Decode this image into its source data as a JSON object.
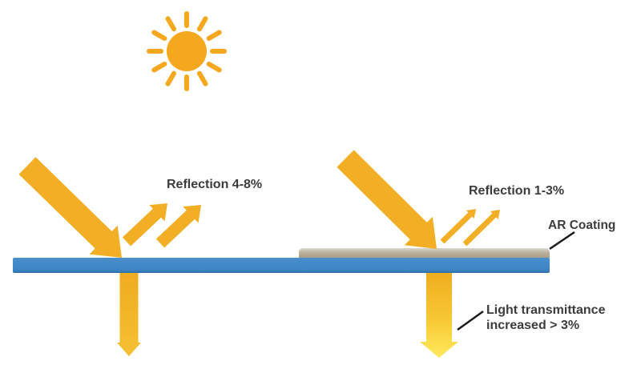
{
  "labels": {
    "reflection_uncoated": "Reflection 4-8%",
    "reflection_coated": "Reflection 1-3%",
    "ar_coating": "AR Coating",
    "transmittance_line1": "Light transmittance",
    "transmittance_line2": "increased > 3%"
  },
  "icons": {
    "sun": "sun-icon"
  },
  "colors": {
    "arrow_gold": "#F2AE24",
    "sun_orange": "#F5A71D",
    "glass_blue": "#3F86C5",
    "glass_blue_dark": "#2F6FA9",
    "coating_tan": "#B4AA94",
    "coating_tan_light": "#DAD7CE",
    "transmitted_highlight": "#FFE95C",
    "label_text": "#3C3C3C",
    "leader_line": "#1A1A1A"
  }
}
